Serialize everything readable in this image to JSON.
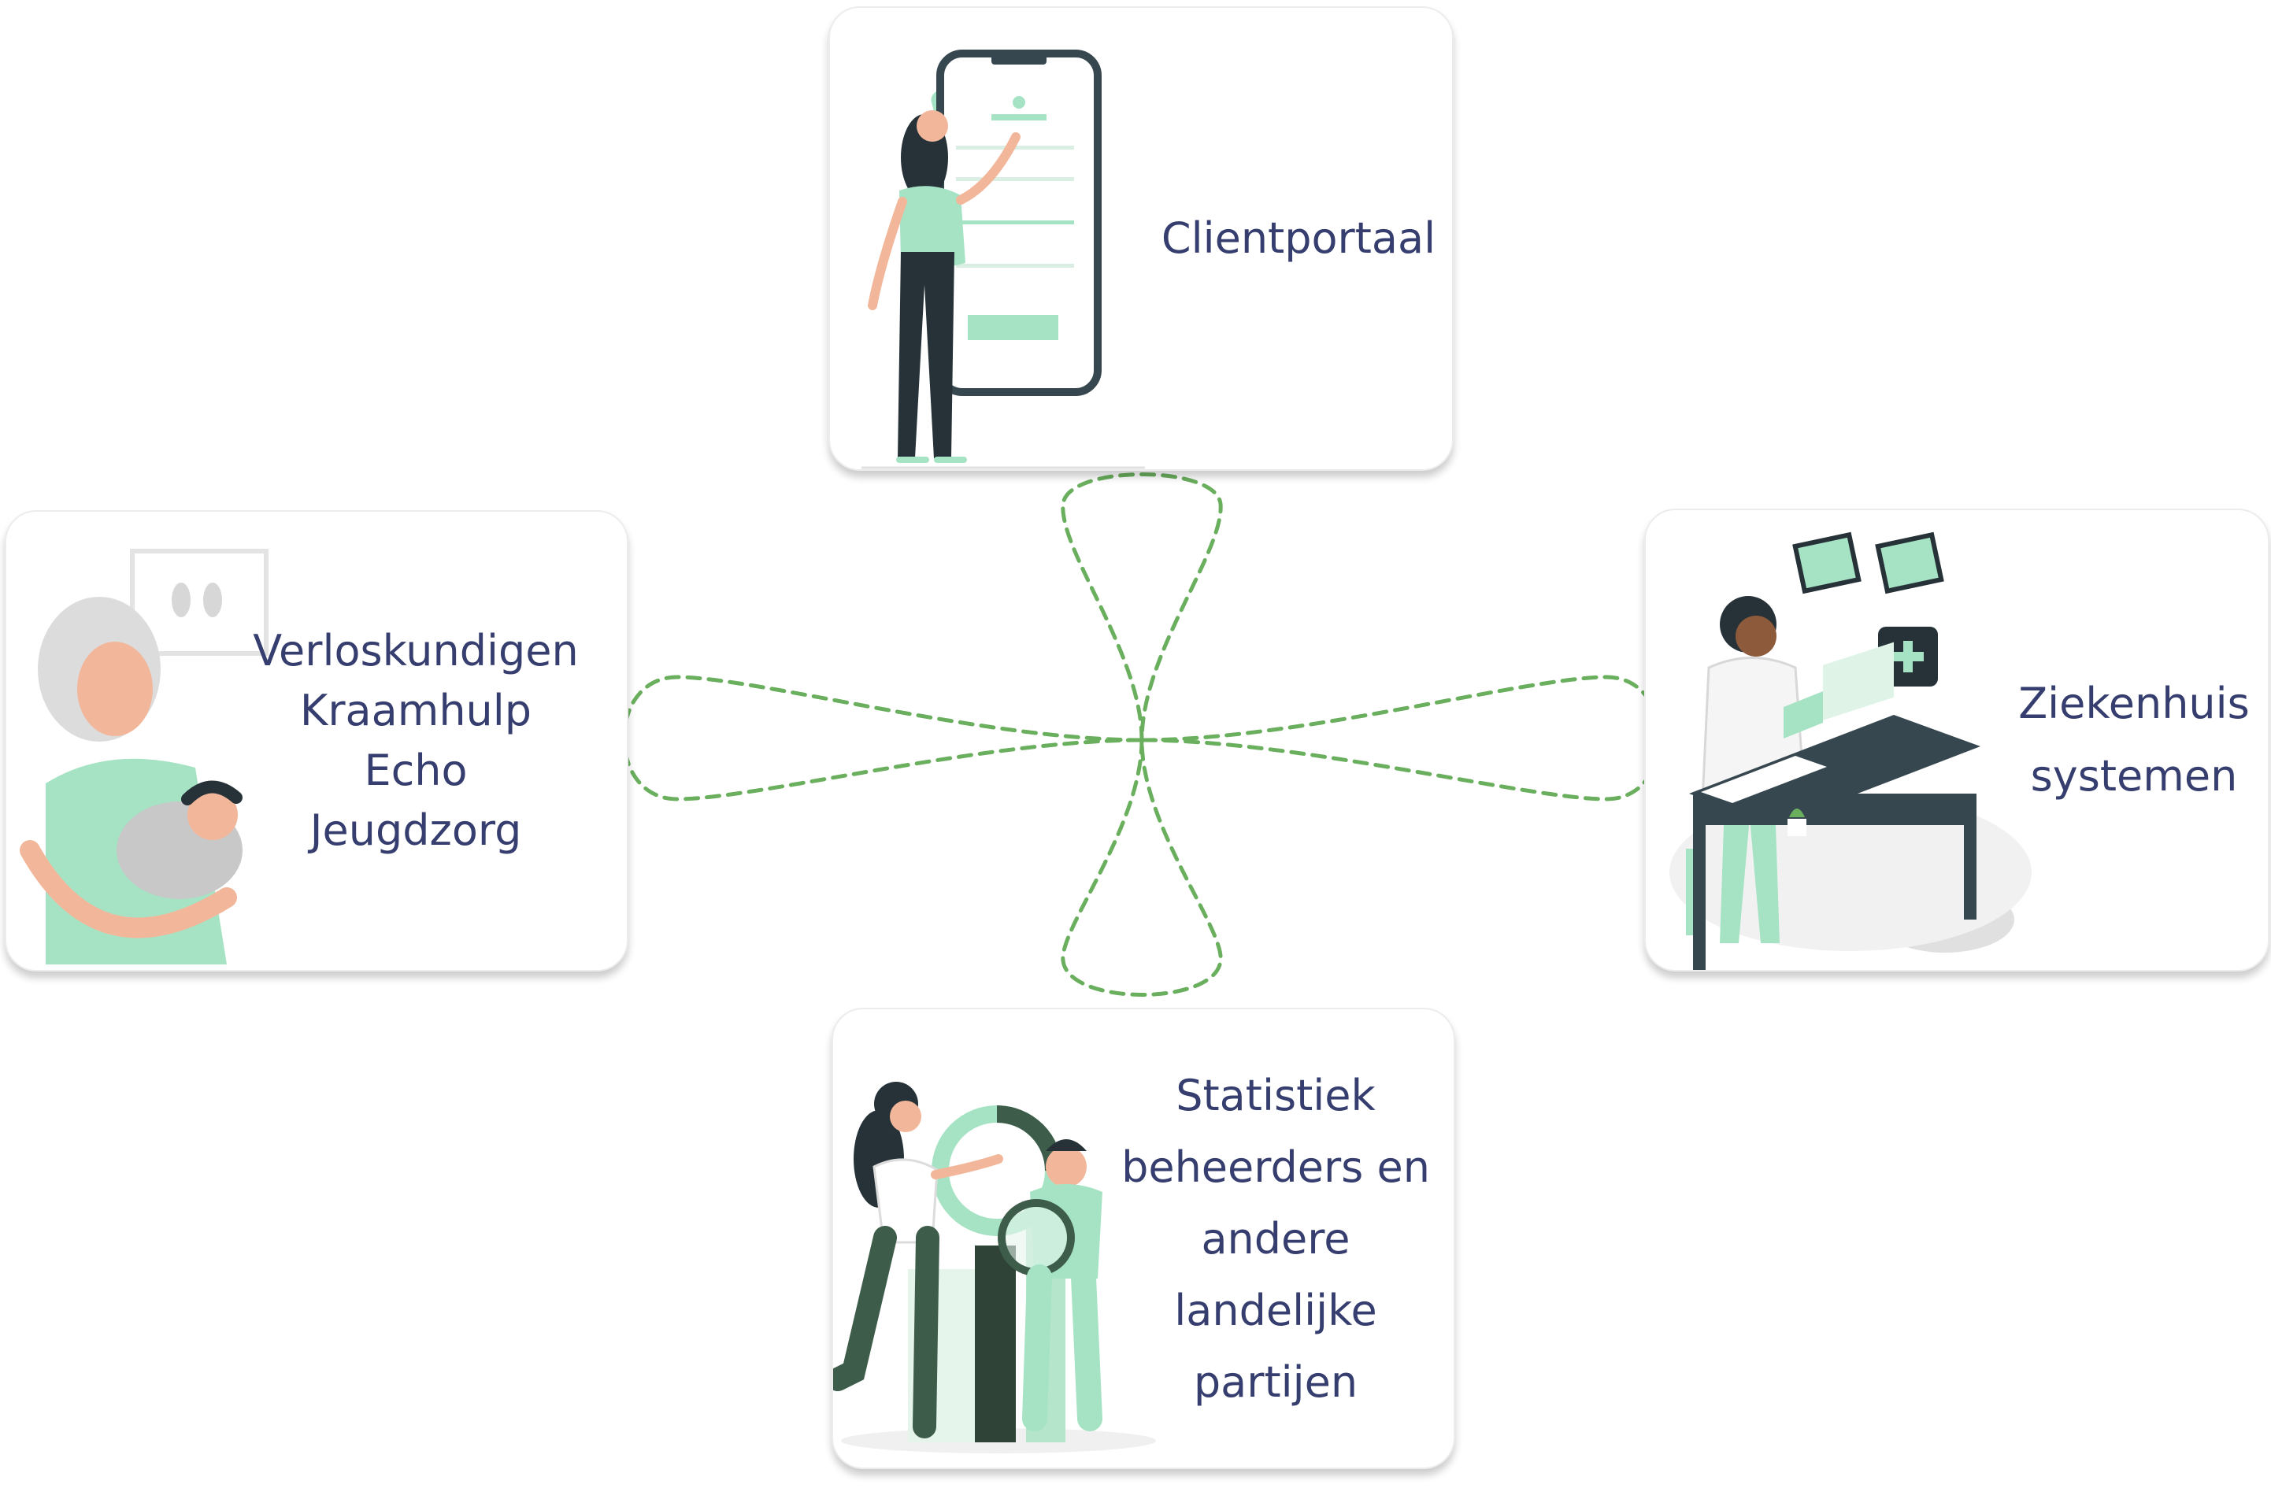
{
  "colors": {
    "text": "#353e6e",
    "connector": "#6aaf5e",
    "mint": "#a6e3c4",
    "dark": "#263238",
    "forest": "#3e5c4a"
  },
  "cards": {
    "clientportaal": {
      "lines": [
        "Clientportaal"
      ]
    },
    "verloskundigen": {
      "lines": [
        "Verloskundigen",
        "Kraamhulp",
        "Echo",
        "Jeugdzorg"
      ]
    },
    "ziekenhuis": {
      "lines": [
        "Ziekenhuis",
        "systemen"
      ]
    },
    "statistiek": {
      "lines": [
        "Statistiek",
        "beheerders en",
        "andere",
        "landelijke",
        "partijen"
      ]
    }
  },
  "icons": {
    "clientportaal": "phone-login-woman-illustration",
    "verloskundigen": "nurse-holding-baby-illustration",
    "ziekenhuis": "doctor-at-desk-illustration",
    "statistiek": "people-with-chart-illustration"
  }
}
